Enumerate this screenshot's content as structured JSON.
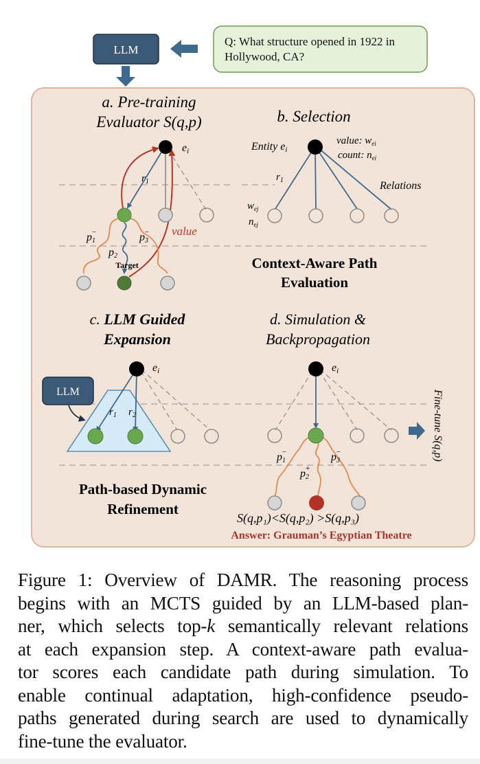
{
  "top": {
    "llm_label": "LLM",
    "question": [
      "Q: What structure opened in 1922 in",
      "Hollywood, CA?"
    ]
  },
  "panels": {
    "a": {
      "title": [
        "a. Pre-training",
        "Evaluator S(q,p)"
      ],
      "root_label": "e",
      "root_sub": "i",
      "relation_label": "r",
      "relation_sub": "1",
      "value_label": "value",
      "path_labels": [
        {
          "base": "p",
          "sub": "1",
          "sup": "−"
        },
        {
          "base": "p",
          "sub": "2",
          "sup": ""
        },
        {
          "base": "p",
          "sub": "3",
          "sup": "−"
        }
      ],
      "target_label": "Target"
    },
    "b": {
      "title": "b. Selection",
      "entity_label": "Entity e",
      "entity_sub": "i",
      "value_label": "value: w",
      "count_label": "count: n",
      "value_sub": "ei",
      "relation_label": "r",
      "relation_sub": "1",
      "relations_label": "Relations",
      "child_w": "w",
      "child_n": "n",
      "child_sub": "ej"
    },
    "section_title_1": [
      "Context-Aware Path",
      "Evaluation"
    ],
    "c": {
      "title_prefix": "c. ",
      "title": [
        "LLM Guided",
        "Expansion"
      ],
      "root_label": "e",
      "root_sub": "i",
      "llm_label": "LLM",
      "relation_labels": [
        {
          "base": "r",
          "sub": "1"
        },
        {
          "base": "r",
          "sub": "2"
        }
      ]
    },
    "section_title_2": [
      "Path-based Dynamic",
      "Refinement"
    ],
    "d": {
      "title": [
        "d. Simulation &",
        "Backpropagation"
      ],
      "root_label": "e",
      "root_sub": "i",
      "path_labels": [
        {
          "base": "p",
          "sub": "1",
          "sup": "−"
        },
        {
          "base": "p",
          "sub": "2",
          "sup": "+"
        },
        {
          "base": "p",
          "sub": "3",
          "sup": "−"
        }
      ],
      "score_relation": "S(q,p₁)<S(q,p₂) >S(q,p₃)",
      "finetune_label": "Fine-tune S(q,p)",
      "answer": "Answer: Grauman’s Egyptian Theatre"
    }
  },
  "colors": {
    "panel_bg": "#f3e4d9",
    "panel_border": "#dfb5a0",
    "llm_box": "#3c5a78",
    "arrow_blue": "#3f6a8f",
    "question_bg": "#e6f1da",
    "question_border": "#6f9a56",
    "green_node": "#6aa84f",
    "dark_green_node": "#4e7a37",
    "grey_node": "#d6d6d6",
    "red_node": "#b03325",
    "orange_path": "#e08a4e",
    "red_arrow": "#b5372a",
    "answer_red": "#a8342a",
    "trapezoid_fill": "#d6eaf8",
    "trapezoid_stroke": "#5a8fb3"
  },
  "caption": {
    "lines": [
      "Figure 1: Overview of DAMR. The reasoning process",
      "begins with an MCTS guided by an LLM-based plan-",
      "ner, which selects top-{k} semantically relevant relations",
      "at each expansion step. A context-aware path evalua-",
      "tor scores each candidate path during simulation. To",
      "enable continual adaptation, high-confidence pseudo-",
      "paths generated during search are used to dynamically",
      "fine-tune the evaluator."
    ],
    "italic_k": "k"
  }
}
